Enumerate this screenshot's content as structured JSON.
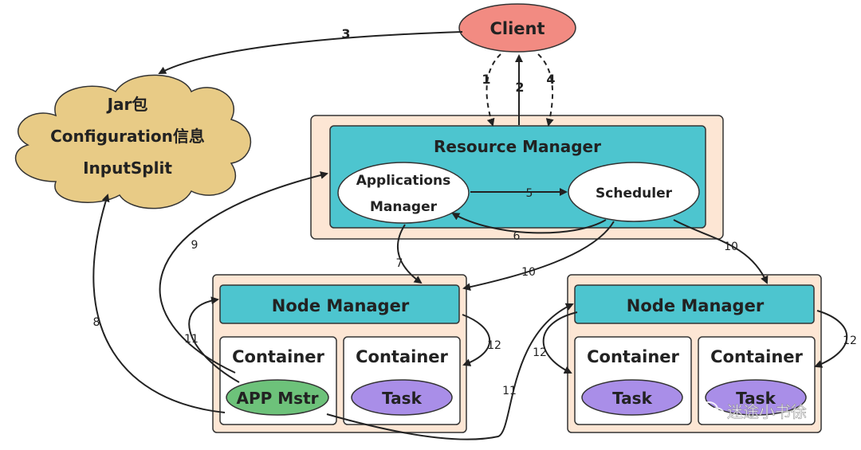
{
  "client": {
    "label": "Client"
  },
  "cloud": {
    "lines": [
      "Jar包",
      "Configuration信息",
      "InputSplit"
    ]
  },
  "resource_manager": {
    "title": "Resource Manager",
    "applications_manager": [
      "Applications",
      "Manager"
    ],
    "scheduler": "Scheduler"
  },
  "node_left": {
    "title": "Node Manager",
    "container_a": "Container",
    "container_b": "Container",
    "app_master": "APP Mstr",
    "task": "Task"
  },
  "node_right": {
    "title": "Node Manager",
    "container_a": "Container",
    "container_b": "Container",
    "task_a": "Task",
    "task_b": "Task"
  },
  "arrow_labels": {
    "a1": "1",
    "a2": "2",
    "a3": "3",
    "a4": "4",
    "a5": "5",
    "a6": "6",
    "a7": "7",
    "a8": "8",
    "a9": "9",
    "a10_left": "10",
    "a10_right": "10",
    "a11_left": "11",
    "a11_right": "11",
    "a12_left": "12",
    "a12_mid": "12",
    "a12_right": "12"
  },
  "watermark": "迷途小书徐",
  "colors": {
    "client": "#f28b82",
    "cloud": "#e8cb86",
    "outer": "#fde6d4",
    "teal": "#4dc5cf",
    "green": "#6dc27a",
    "purple": "#a98ee8"
  }
}
